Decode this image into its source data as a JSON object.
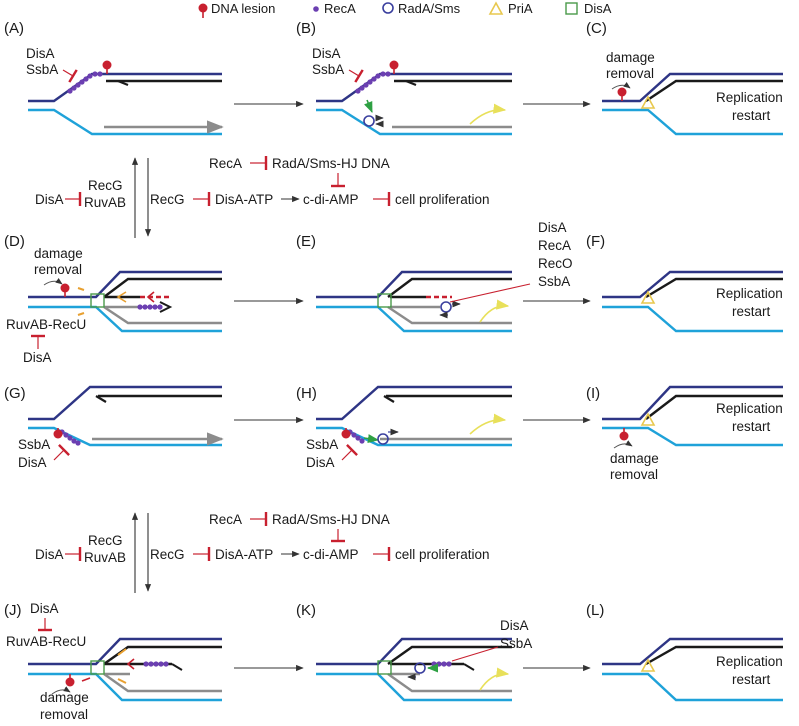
{
  "legend": {
    "lesion": "DNA lesion",
    "reca": "RecA",
    "radasms": "RadA/Sms",
    "pria": "PriA",
    "disa": "DisA"
  },
  "colors": {
    "lesion": "#c8202f",
    "reca": "#6b3fb1",
    "radasms": "#3a3f9e",
    "pria": "#e8c84e",
    "disa": "#4a9a4a",
    "dark_strand": "#2e3585",
    "cyan_strand": "#1fa2d9",
    "black_strand": "#1a1a1a",
    "gray_strand": "#8c8c8c",
    "inhibit": "#c8202f",
    "arrow": "#333333",
    "green_arrow": "#2ea043",
    "yellow_arrow": "#e8e05a",
    "orange": "#e8a030"
  },
  "panels": {
    "A": {
      "label": "(A)",
      "inhibitors": [
        "DisA",
        "SsbA"
      ]
    },
    "B": {
      "label": "(B)",
      "inhibitors": [
        "DisA",
        "SsbA"
      ]
    },
    "C": {
      "label": "(C)",
      "note": [
        "damage",
        "removal"
      ],
      "restart": [
        "Replication",
        "restart"
      ]
    },
    "D": {
      "label": "(D)",
      "note": [
        "damage",
        "removal"
      ],
      "resolvase": "RuvAB-RecU",
      "inhibitor": "DisA"
    },
    "E": {
      "label": "(E)",
      "factors": [
        "DisA",
        "RecA",
        "RecO",
        "SsbA"
      ]
    },
    "F": {
      "label": "(F)",
      "restart": [
        "Replication",
        "restart"
      ]
    },
    "G": {
      "label": "(G)",
      "inhibitors": [
        "SsbA",
        "DisA"
      ]
    },
    "H": {
      "label": "(H)",
      "inhibitors": [
        "SsbA",
        "DisA"
      ]
    },
    "I": {
      "label": "(I)",
      "restart": [
        "Replication",
        "restart"
      ],
      "note": [
        "damage",
        "removal"
      ]
    },
    "J": {
      "label": "(J)",
      "inhibitor": "DisA",
      "resolvase": "RuvAB-RecU",
      "note": [
        "damage",
        "removal"
      ]
    },
    "K": {
      "label": "(K)",
      "factors": [
        "DisA",
        "SsbA"
      ]
    },
    "L": {
      "label": "(L)",
      "restart": [
        "Replication",
        "restart"
      ]
    }
  },
  "network_top": {
    "reca": "RecA",
    "radasms_hj": "RadA/Sms-HJ DNA",
    "disa_left": "DisA",
    "recg_ruvab": [
      "RecG",
      "RuvAB"
    ],
    "recg": "RecG",
    "disa_atp": "DisA-ATP",
    "c_di_amp": "c-di-AMP",
    "cell_proliferation": "cell proliferation"
  },
  "network_bottom": {
    "reca": "RecA",
    "radasms_hj": "RadA/Sms-HJ DNA",
    "disa_left": "DisA",
    "recg_ruvab": [
      "RecG",
      "RuvAB"
    ],
    "recg": "RecG",
    "disa_atp": "DisA-ATP",
    "c_di_amp": "c-di-AMP",
    "cell_proliferation": "cell proliferation"
  }
}
